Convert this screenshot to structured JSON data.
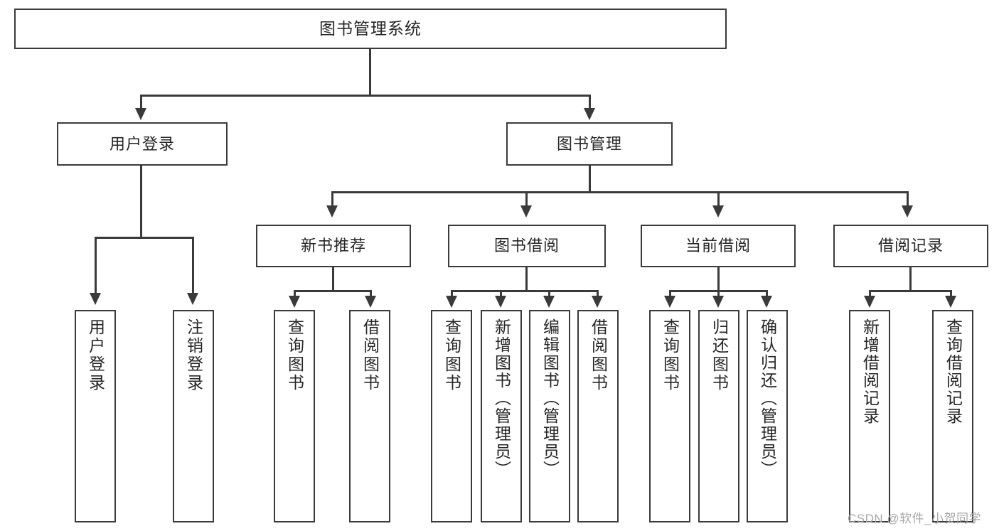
{
  "diagram": {
    "type": "tree-hierarchy-flowchart",
    "title": "图书管理系统",
    "levels": {
      "root": {
        "label": "图书管理系统"
      },
      "level1": [
        {
          "id": "user-login",
          "label": "用户登录"
        },
        {
          "id": "book-management",
          "label": "图书管理"
        }
      ],
      "level2": [
        {
          "id": "new-book-recommend",
          "label": "新书推荐",
          "parent": "book-management"
        },
        {
          "id": "book-borrow",
          "label": "图书借阅",
          "parent": "book-management"
        },
        {
          "id": "current-borrow",
          "label": "当前借阅",
          "parent": "book-management"
        },
        {
          "id": "borrow-record",
          "label": "借阅记录",
          "parent": "book-management"
        }
      ],
      "leaves": [
        {
          "id": "leaf-user-login",
          "label": "用户登录",
          "parent": "user-login"
        },
        {
          "id": "leaf-logout-login",
          "label": "注销登录",
          "parent": "user-login"
        },
        {
          "id": "leaf-query-book-1",
          "label": "查询图书",
          "parent": "new-book-recommend"
        },
        {
          "id": "leaf-borrow-book-1",
          "label": "借阅图书",
          "parent": "new-book-recommend"
        },
        {
          "id": "leaf-query-book-2",
          "label": "查询图书",
          "parent": "book-borrow"
        },
        {
          "id": "leaf-add-book",
          "label": "新增图书（管理员）",
          "parent": "book-borrow"
        },
        {
          "id": "leaf-edit-book",
          "label": "编辑图书（管理员）",
          "parent": "book-borrow"
        },
        {
          "id": "leaf-borrow-book-2",
          "label": "借阅图书",
          "parent": "book-borrow"
        },
        {
          "id": "leaf-query-book-3",
          "label": "查询图书",
          "parent": "current-borrow"
        },
        {
          "id": "leaf-return-book",
          "label": "归还图书",
          "parent": "current-borrow"
        },
        {
          "id": "leaf-confirm-return",
          "label": "确认归还（管理员）",
          "parent": "current-borrow"
        },
        {
          "id": "leaf-add-record",
          "label": "新增借阅记录",
          "parent": "borrow-record"
        },
        {
          "id": "leaf-query-record",
          "label": "查询借阅记录",
          "parent": "borrow-record"
        }
      ]
    },
    "colors": {
      "stroke": "#3a3a3a",
      "fill": "#ffffff",
      "text": "#262626",
      "watermark": "#a8a8a8"
    }
  },
  "watermark": {
    "text": "CSDN @软件_小贺同学"
  }
}
